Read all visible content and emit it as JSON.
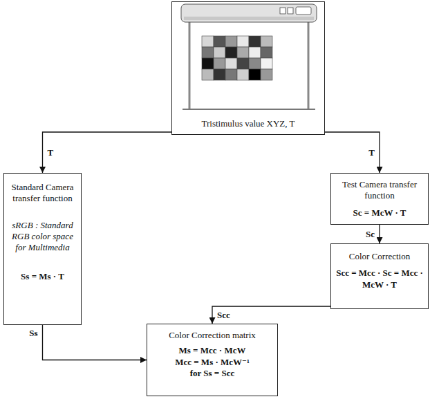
{
  "diagram": {
    "nodes": [
      {
        "text": [
          "Tristimulus value XYZ, T"
        ]
      },
      {
        "text": [
          "Standard Camera transfer function",
          "sRGB : Standard RGB color space for Multimedia",
          "Ss = Ms · T"
        ]
      },
      {
        "text": [
          "Test Camera transfer function",
          "Sc = McW · T"
        ]
      },
      {
        "text": [
          "Color Correction",
          "Scc = Mcc · Sc = Mcc · McW · T"
        ]
      },
      {
        "text": [
          "Color Correction matrix",
          "Ms = Mcc · McW",
          "Mcc = Ms · McW⁻¹",
          "for Ss = Scc"
        ]
      }
    ],
    "edges": [
      {
        "from": 0,
        "to": 1,
        "arrow": "to",
        "label": "T"
      },
      {
        "from": 0,
        "to": 2,
        "arrow": "to",
        "label": "T"
      },
      {
        "from": 2,
        "to": 3,
        "arrow": "to",
        "label": "Sc"
      },
      {
        "from": 3,
        "to": 4,
        "arrow": "to",
        "label": "Scc"
      },
      {
        "from": 1,
        "to": 4,
        "arrow": "to",
        "label": "Ss"
      }
    ]
  }
}
